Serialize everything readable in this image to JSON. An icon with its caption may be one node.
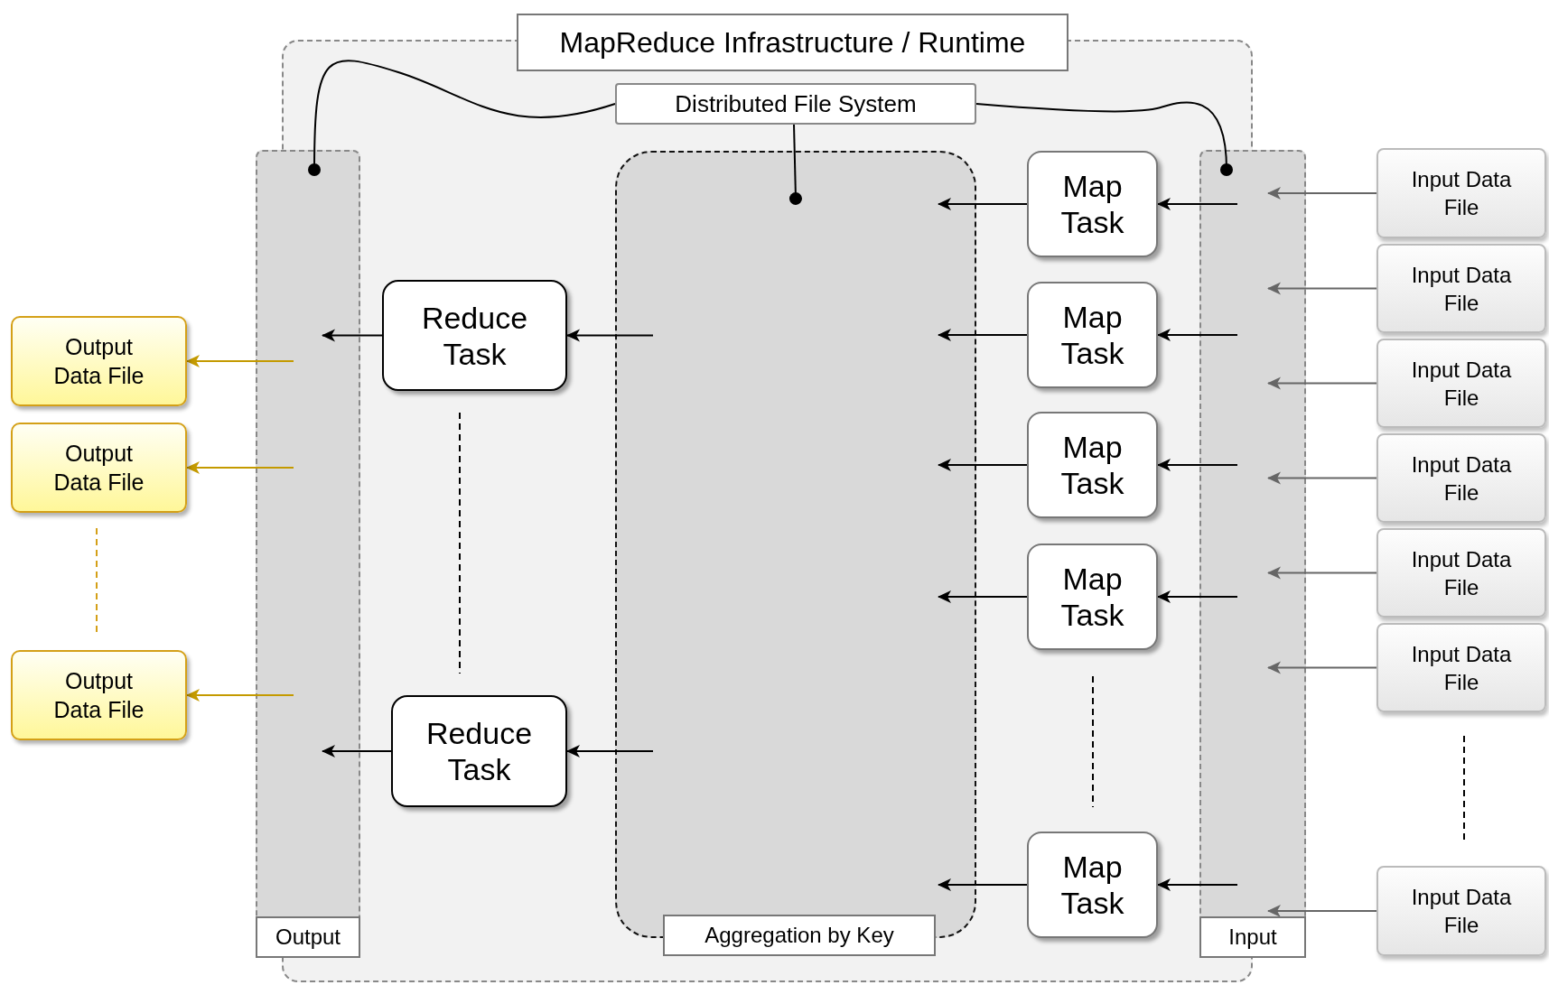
{
  "diagram": {
    "nodes": [
      {
        "text": [
          "MapReduce Infrastructure / Runtime"
        ]
      },
      {
        "text": [
          "Distributed File System"
        ],
        "in": 0
      },
      {
        "text": [
          "Output"
        ]
      },
      {
        "text": [
          "Reduce Task"
        ],
        "in": 0
      },
      {
        "text": [
          "Reduce Task"
        ],
        "in": 0
      },
      {
        "text": [
          "Aggregation by Key"
        ],
        "in": 0
      },
      {
        "text": [
          "Map Task"
        ],
        "in": 0
      },
      {
        "text": [
          "Map Task"
        ],
        "in": 0
      },
      {
        "text": [
          "Map Task"
        ],
        "in": 0
      },
      {
        "text": [
          "Map Task"
        ],
        "in": 0
      },
      {
        "text": [
          "Map Task"
        ],
        "in": 0
      },
      {
        "text": [
          "Input"
        ]
      },
      {
        "text": [
          "Output Data File"
        ]
      },
      {
        "text": [
          "Output Data File"
        ]
      },
      {
        "text": [
          "Output Data File"
        ]
      },
      {
        "text": [
          "Input Data File"
        ]
      },
      {
        "text": [
          "Input Data File"
        ]
      },
      {
        "text": [
          "Input Data File"
        ]
      },
      {
        "text": [
          "Input Data File"
        ]
      },
      {
        "text": [
          "Input Data File"
        ]
      },
      {
        "text": [
          "Input Data File"
        ]
      },
      {
        "text": [
          "Input Data File"
        ]
      }
    ],
    "edges": [
      {
        "from": 15,
        "to": 11,
        "arrow": "to",
        "color": "#666666"
      },
      {
        "from": 16,
        "to": 11,
        "arrow": "to",
        "color": "#666666"
      },
      {
        "from": 17,
        "to": 11,
        "arrow": "to",
        "color": "#666666"
      },
      {
        "from": 18,
        "to": 11,
        "arrow": "to",
        "color": "#666666"
      },
      {
        "from": 19,
        "to": 11,
        "arrow": "to",
        "color": "#666666"
      },
      {
        "from": 20,
        "to": 11,
        "arrow": "to",
        "color": "#666666"
      },
      {
        "from": 21,
        "to": 11,
        "arrow": "to",
        "color": "#666666"
      },
      {
        "from": 11,
        "to": 6,
        "arrow": "to"
      },
      {
        "from": 11,
        "to": 7,
        "arrow": "to"
      },
      {
        "from": 11,
        "to": 8,
        "arrow": "to"
      },
      {
        "from": 11,
        "to": 9,
        "arrow": "to"
      },
      {
        "from": 11,
        "to": 10,
        "arrow": "to"
      },
      {
        "from": 6,
        "to": 5,
        "arrow": "to"
      },
      {
        "from": 7,
        "to": 5,
        "arrow": "to"
      },
      {
        "from": 8,
        "to": 5,
        "arrow": "to"
      },
      {
        "from": 9,
        "to": 5,
        "arrow": "to"
      },
      {
        "from": 10,
        "to": 5,
        "arrow": "to"
      },
      {
        "from": 5,
        "to": 3,
        "arrow": "to"
      },
      {
        "from": 5,
        "to": 4,
        "arrow": "to"
      },
      {
        "from": 3,
        "to": 2,
        "arrow": "to"
      },
      {
        "from": 4,
        "to": 2,
        "arrow": "to"
      },
      {
        "from": 2,
        "to": 12,
        "arrow": "to",
        "color": "#c49a00"
      },
      {
        "from": 2,
        "to": 13,
        "arrow": "to",
        "color": "#c49a00"
      },
      {
        "from": 2,
        "to": 14,
        "arrow": "to",
        "color": "#c49a00"
      },
      {
        "from": 1,
        "to": 2,
        "arrow": "other"
      },
      {
        "from": 1,
        "to": 5,
        "arrow": "other"
      },
      {
        "from": 1,
        "to": 11,
        "arrow": "other"
      }
    ]
  }
}
